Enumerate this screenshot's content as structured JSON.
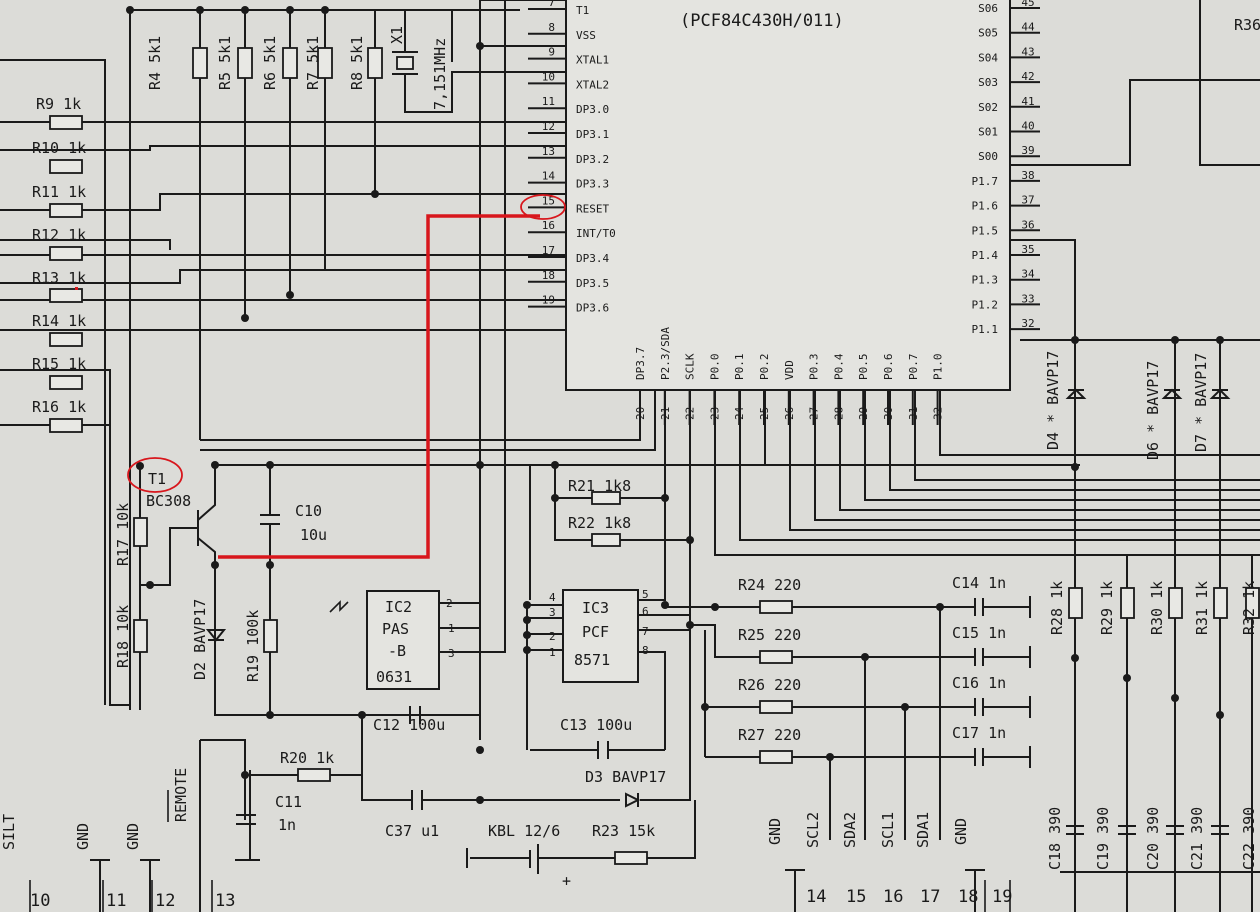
{
  "ic1": {
    "part": "(PCF84C430H/011)",
    "left_pins": [
      {
        "num": "7",
        "name": "T1"
      },
      {
        "num": "8",
        "name": "VSS"
      },
      {
        "num": "9",
        "name": "XTAL1"
      },
      {
        "num": "10",
        "name": "XTAL2"
      },
      {
        "num": "11",
        "name": "DP3.0"
      },
      {
        "num": "12",
        "name": "DP3.1"
      },
      {
        "num": "13",
        "name": "DP3.2"
      },
      {
        "num": "14",
        "name": "DP3.3"
      },
      {
        "num": "15",
        "name": "RESET"
      },
      {
        "num": "16",
        "name": "INT/T0"
      },
      {
        "num": "17",
        "name": "DP3.4"
      },
      {
        "num": "18",
        "name": "DP3.5"
      },
      {
        "num": "19",
        "name": "DP3.6"
      }
    ],
    "right_pins": [
      {
        "num": "45",
        "name": "S06"
      },
      {
        "num": "44",
        "name": "S05"
      },
      {
        "num": "43",
        "name": "S04"
      },
      {
        "num": "42",
        "name": "S03"
      },
      {
        "num": "41",
        "name": "S02"
      },
      {
        "num": "40",
        "name": "S01"
      },
      {
        "num": "39",
        "name": "S00"
      },
      {
        "num": "38",
        "name": "P1.7"
      },
      {
        "num": "37",
        "name": "P1.6"
      },
      {
        "num": "36",
        "name": "P1.5"
      },
      {
        "num": "35",
        "name": "P1.4"
      },
      {
        "num": "34",
        "name": "P1.3"
      },
      {
        "num": "33",
        "name": "P1.2"
      },
      {
        "num": "32",
        "name": "P1.1"
      }
    ],
    "bottom_pins": [
      {
        "num": "20",
        "name": "DP3.7"
      },
      {
        "num": "21",
        "name": "P2.3/SDA"
      },
      {
        "num": "22",
        "name": "SCLK"
      },
      {
        "num": "23",
        "name": "P0.0"
      },
      {
        "num": "24",
        "name": "P0.1"
      },
      {
        "num": "25",
        "name": "P0.2"
      },
      {
        "num": "26",
        "name": "VDD"
      },
      {
        "num": "27",
        "name": "P0.3"
      },
      {
        "num": "28",
        "name": "P0.4"
      },
      {
        "num": "29",
        "name": "P0.5"
      },
      {
        "num": "30",
        "name": "P0.6"
      },
      {
        "num": "31",
        "name": "P0.7"
      },
      {
        "num": "32",
        "name": "P1.0"
      }
    ]
  },
  "top_resistors": [
    "R4 5k1",
    "R5 5k1",
    "R6 5k1",
    "R7 5k1",
    "R8 5k1"
  ],
  "crystal": {
    "ref": "X1",
    "value": "7,151MHz"
  },
  "left_resistors": [
    "R9 1k",
    "R10 1k",
    "R11 1k",
    "R12 1k",
    "R13 1k",
    "R14 1k",
    "R15 1k",
    "R16 1k"
  ],
  "transistor": {
    "ref": "T1",
    "part": "BC308"
  },
  "r17": "R17 10k",
  "r18": "R18 10k",
  "c10": {
    "ref": "C10",
    "value": "10u"
  },
  "d2": "D2 BAVP17",
  "r19": "R19 100k",
  "ic2": {
    "l1": "IC2",
    "l2": "PAS",
    "l3": "-B",
    "l4": "0631",
    "pins": [
      "2",
      "1",
      "3"
    ]
  },
  "ic3": {
    "l1": "IC3",
    "l2": "PCF",
    "l3": "8571",
    "left_pins": [
      "4",
      "3",
      "2",
      "1"
    ],
    "right_pins": [
      "5",
      "6",
      "7",
      "8"
    ]
  },
  "r21": "R21 1k8",
  "r22": "R22 1k8",
  "r_mid": [
    "R24 220",
    "R25 220",
    "R26 220",
    "R27 220"
  ],
  "c_mid": [
    "C14 1n",
    "C15 1n",
    "C16 1n",
    "C17 1n"
  ],
  "c12": "C12 100u",
  "c13": "C13 100u",
  "r20": "R20 1k",
  "c11": {
    "ref": "C11",
    "value": "1n"
  },
  "c37": "C37 u1",
  "d3": "D3 BAVP17",
  "kbl": "KBL 12/6",
  "r23": "R23 15k",
  "plus": "+",
  "right_diodes": [
    "D4 * BAVP17",
    "D6 * BAVP17",
    "D7 * BAVP17"
  ],
  "right_resistors": [
    "R28 1k",
    "R29 1k",
    "R30 1k",
    "R31 1k",
    "R32 1k"
  ],
  "right_caps": [
    "C18 390",
    "C19 390",
    "C20 390",
    "C21 390",
    "C22 390"
  ],
  "r36": "R36",
  "bottom_labels": [
    "SILT",
    "GND",
    "GND",
    "REMOTE",
    "GND",
    "SCL2",
    "SDA2",
    "SCL1",
    "SDA1",
    "GND"
  ],
  "connector_numbers": [
    "10",
    "11",
    "12",
    "13",
    "14",
    "15",
    "16",
    "17",
    "18",
    "19"
  ]
}
